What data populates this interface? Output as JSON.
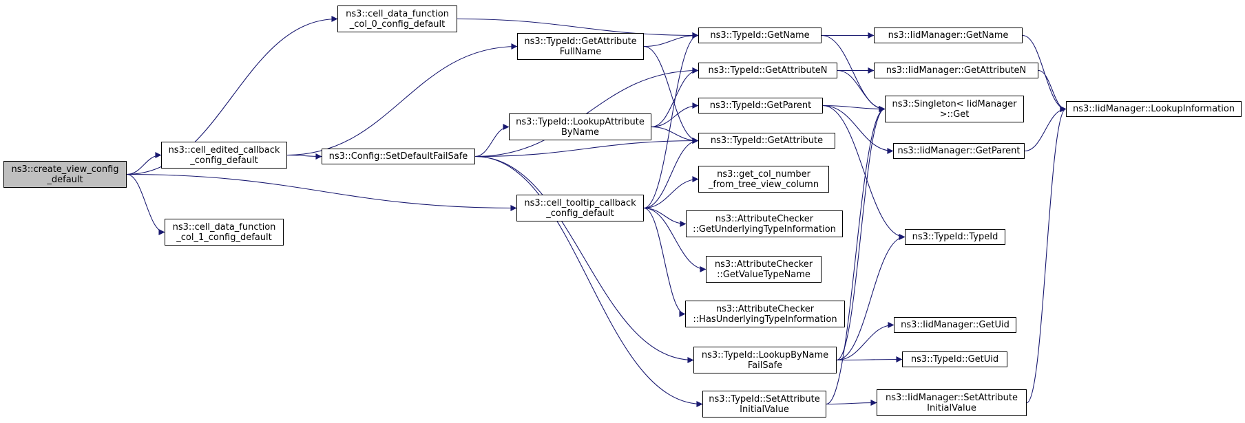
{
  "colors": {
    "edge": "#191970",
    "node_border": "#000000",
    "node_fill": "#ffffff",
    "root_fill": "#bfbfbf"
  },
  "nodes": [
    {
      "id": "create_view",
      "lines": [
        "ns3::create_view_config",
        "_default"
      ],
      "root": true
    },
    {
      "id": "cdf0",
      "lines": [
        "ns3::cell_data_function",
        "_col_0_config_default"
      ]
    },
    {
      "id": "edited",
      "lines": [
        "ns3::cell_edited_callback",
        "_config_default"
      ]
    },
    {
      "id": "cdf1",
      "lines": [
        "ns3::cell_data_function",
        "_col_1_config_default"
      ]
    },
    {
      "id": "getattrfull",
      "lines": [
        "ns3::TypeId::GetAttribute",
        "FullName"
      ]
    },
    {
      "id": "setdefault",
      "lines": [
        "ns3::Config::SetDefaultFailSafe"
      ]
    },
    {
      "id": "lookupattr",
      "lines": [
        "ns3::TypeId::LookupAttribute",
        "ByName"
      ]
    },
    {
      "id": "tooltip",
      "lines": [
        "ns3::cell_tooltip_callback",
        "_config_default"
      ]
    },
    {
      "id": "getname",
      "lines": [
        "ns3::TypeId::GetName"
      ]
    },
    {
      "id": "getattrn",
      "lines": [
        "ns3::TypeId::GetAttributeN"
      ]
    },
    {
      "id": "getparent",
      "lines": [
        "ns3::TypeId::GetParent"
      ]
    },
    {
      "id": "getattr",
      "lines": [
        "ns3::TypeId::GetAttribute"
      ]
    },
    {
      "id": "getcol",
      "lines": [
        "ns3::get_col_number",
        "_from_tree_view_column"
      ]
    },
    {
      "id": "acunder",
      "lines": [
        "ns3::AttributeChecker",
        "::GetUnderlyingTypeInformation"
      ]
    },
    {
      "id": "acvalue",
      "lines": [
        "ns3::AttributeChecker",
        "::GetValueTypeName"
      ]
    },
    {
      "id": "achas",
      "lines": [
        "ns3::AttributeChecker",
        "::HasUnderlyingTypeInformation"
      ]
    },
    {
      "id": "lookupname",
      "lines": [
        "ns3::TypeId::LookupByName",
        "FailSafe"
      ]
    },
    {
      "id": "setinit",
      "lines": [
        "ns3::TypeId::SetAttribute",
        "InitialValue"
      ]
    },
    {
      "id": "iidgetname",
      "lines": [
        "ns3::IidManager::GetName"
      ]
    },
    {
      "id": "iidgetattrn",
      "lines": [
        "ns3::IidManager::GetAttributeN"
      ]
    },
    {
      "id": "singleton",
      "lines": [
        "ns3::Singleton< IidManager",
        ">::Get"
      ]
    },
    {
      "id": "iidgetparent",
      "lines": [
        "ns3::IidManager::GetParent"
      ]
    },
    {
      "id": "typeid",
      "lines": [
        "ns3::TypeId::TypeId"
      ]
    },
    {
      "id": "iidgetuid",
      "lines": [
        "ns3::IidManager::GetUid"
      ]
    },
    {
      "id": "getuid",
      "lines": [
        "ns3::TypeId::GetUid"
      ]
    },
    {
      "id": "iidsetinit",
      "lines": [
        "ns3::IidManager::SetAttribute",
        "InitialValue"
      ]
    },
    {
      "id": "lookupinfo",
      "lines": [
        "ns3::IidManager::LookupInformation"
      ]
    }
  ],
  "edges": [
    [
      "create_view",
      "cdf0"
    ],
    [
      "create_view",
      "edited"
    ],
    [
      "create_view",
      "tooltip"
    ],
    [
      "create_view",
      "cdf1"
    ],
    [
      "cdf0",
      "getname"
    ],
    [
      "edited",
      "getattrfull"
    ],
    [
      "edited",
      "setdefault"
    ],
    [
      "getattrfull",
      "getname"
    ],
    [
      "getattrfull",
      "getattr"
    ],
    [
      "setdefault",
      "getattrn"
    ],
    [
      "setdefault",
      "lookupattr"
    ],
    [
      "setdefault",
      "getattr"
    ],
    [
      "setdefault",
      "lookupname"
    ],
    [
      "setdefault",
      "setinit"
    ],
    [
      "lookupattr",
      "getattrn"
    ],
    [
      "lookupattr",
      "getparent"
    ],
    [
      "lookupattr",
      "getattr"
    ],
    [
      "tooltip",
      "getname"
    ],
    [
      "tooltip",
      "getattr"
    ],
    [
      "tooltip",
      "getcol"
    ],
    [
      "tooltip",
      "acunder"
    ],
    [
      "tooltip",
      "acvalue"
    ],
    [
      "tooltip",
      "achas"
    ],
    [
      "getname",
      "iidgetname"
    ],
    [
      "getname",
      "singleton"
    ],
    [
      "getattrn",
      "iidgetattrn"
    ],
    [
      "getattrn",
      "singleton"
    ],
    [
      "getparent",
      "singleton"
    ],
    [
      "getparent",
      "iidgetparent"
    ],
    [
      "getparent",
      "typeid"
    ],
    [
      "lookupname",
      "singleton"
    ],
    [
      "lookupname",
      "typeid"
    ],
    [
      "lookupname",
      "iidgetuid"
    ],
    [
      "lookupname",
      "getuid"
    ],
    [
      "setinit",
      "singleton"
    ],
    [
      "setinit",
      "iidsetinit"
    ],
    [
      "iidgetname",
      "lookupinfo"
    ],
    [
      "iidgetattrn",
      "lookupinfo"
    ],
    [
      "iidgetparent",
      "lookupinfo"
    ],
    [
      "iidsetinit",
      "lookupinfo"
    ]
  ]
}
